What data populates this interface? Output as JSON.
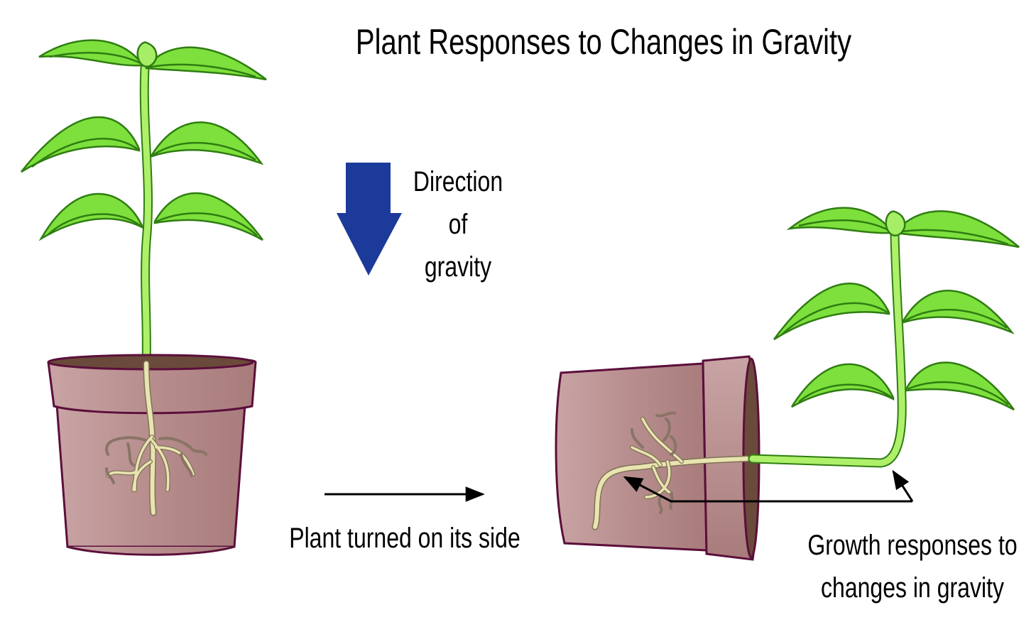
{
  "title": "Plant Responses to Changes in Gravity",
  "gravity_label": [
    "Direction",
    "of",
    "gravity"
  ],
  "turn_label": "Plant turned on its side",
  "growth_label": [
    "Growth responses to",
    "changes in gravity"
  ],
  "colors": {
    "leaf": "#7ee03c",
    "leaf_outline": "#2f7d12",
    "stem": "#aef06a",
    "pot": "#b98e8e",
    "pot_outline": "#5b0f3b",
    "soil": "#6a4a3a",
    "root": "#e9e4b0",
    "root_dark": "#8a7466",
    "gravity_arrow": "#1b3a9a",
    "arrow": "#000000"
  },
  "icons": [
    "upright-potted-plant",
    "gravity-direction-arrow",
    "turn-arrow",
    "sideways-potted-plant",
    "growth-response-pointer-arrows"
  ]
}
